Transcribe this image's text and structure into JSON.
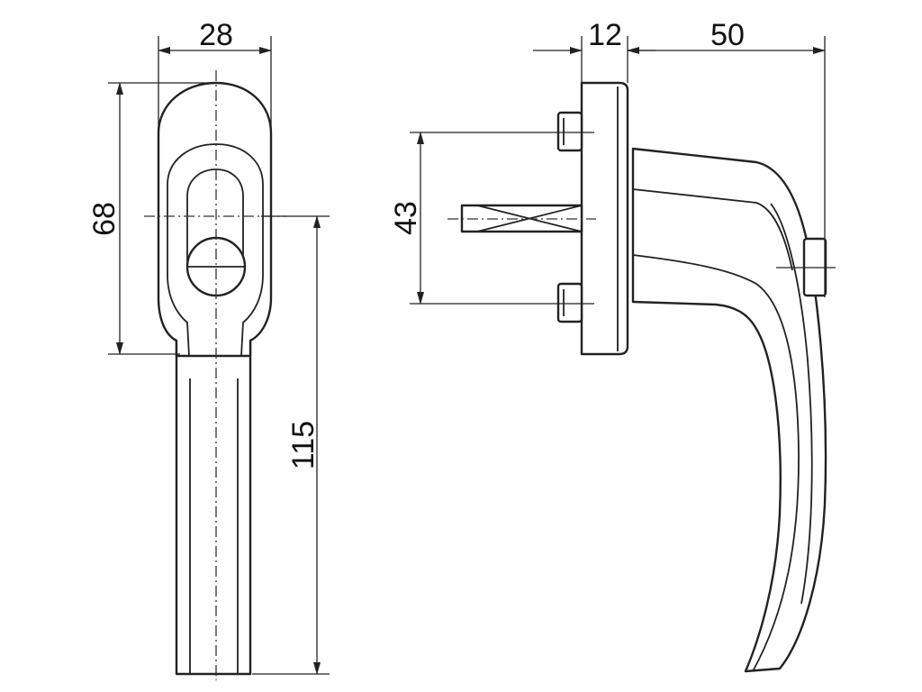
{
  "drawing": {
    "front_view": {
      "width_label": "28",
      "height_label": "68",
      "length_label": "115"
    },
    "side_view": {
      "base_label": "12",
      "projection_label": "50",
      "spacing_label": "43"
    }
  }
}
